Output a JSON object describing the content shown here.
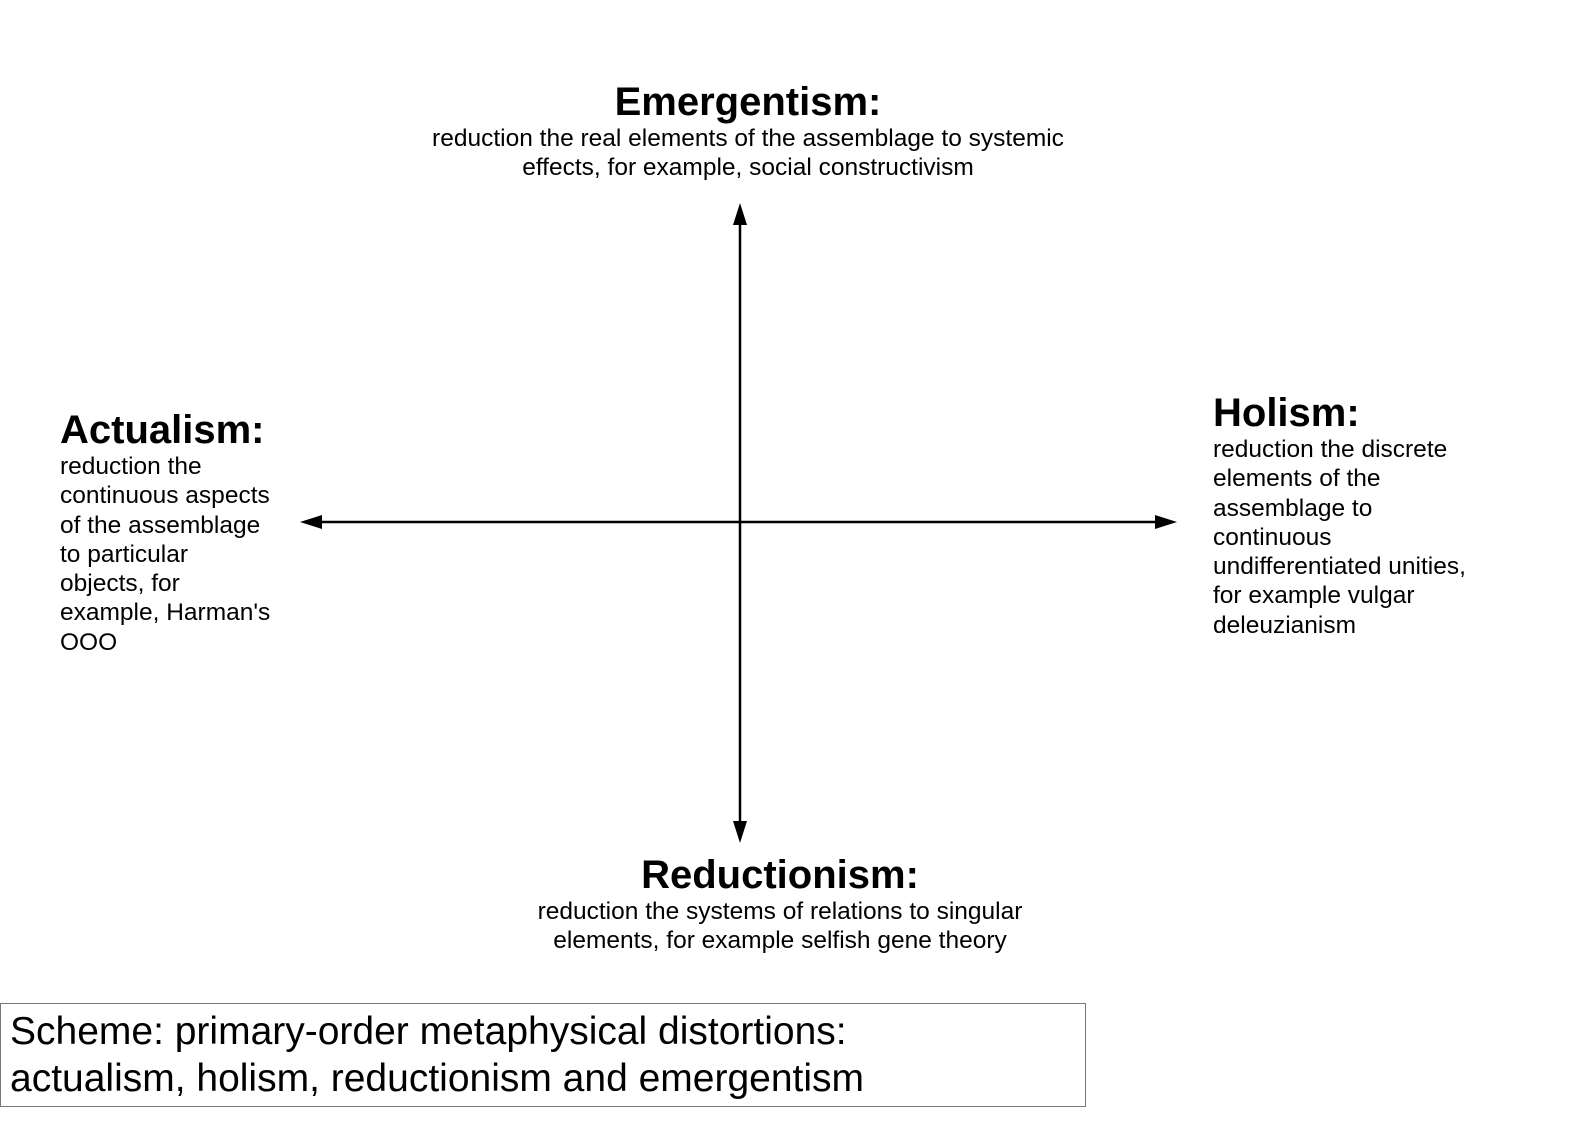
{
  "emergentism": {
    "title": "Emergentism:",
    "lines": [
      "reduction the real elements of the assemblage to systemic",
      "effects, for example, social constructivism"
    ]
  },
  "actualism": {
    "title": "Actualism:",
    "lines": [
      "reduction the",
      "continuous aspects",
      "of the assemblage",
      "to particular",
      "objects, for",
      "example, Harman's",
      "OOO"
    ]
  },
  "holism": {
    "title": "Holism:",
    "lines": [
      "reduction the discrete",
      "elements of the",
      "assemblage to",
      "continuous",
      "undifferentiated unities,",
      "for example vulgar",
      "deleuzianism"
    ]
  },
  "reductionism": {
    "title": "Reductionism:",
    "lines": [
      "reduction the systems of relations to singular",
      "elements, for example selfish gene theory"
    ]
  },
  "caption": {
    "lines": [
      "Scheme: primary-order metaphysical distortions:",
      "actualism, holism, reductionism and emergentism"
    ]
  }
}
